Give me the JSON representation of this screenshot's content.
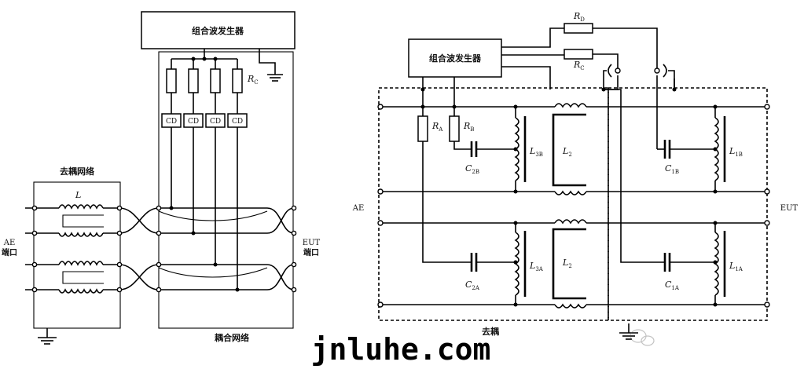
{
  "left": {
    "generator_label": "组合波发生器",
    "decoupling_label": "去耦网络",
    "coupling_label": "耦合网络",
    "inductor_label": "L",
    "resistor_label": "R",
    "resistor_sub": "C",
    "cd_labels": [
      "CD",
      "CD",
      "CD",
      "CD"
    ],
    "ae_label_1": "AE",
    "ae_label_2": "端口",
    "eut_label_1": "EUT",
    "eut_label_2": "端口"
  },
  "right": {
    "generator_label": "组合波发生器",
    "decoupling_label": "去耦",
    "ae_label": "AE",
    "eut_label": "EUT",
    "components": {
      "rd": "R",
      "rd_sub": "D",
      "rc": "R",
      "rc_sub": "C",
      "ra": "R",
      "ra_sub": "A",
      "rb": "R",
      "rb_sub": "B",
      "c2b": "C",
      "c2b_sub": "2B",
      "l3b": "L",
      "l3b_sub": "3B",
      "l2_top": "L",
      "l2_top_sub": "2",
      "c1b": "C",
      "c1b_sub": "1B",
      "l1b": "L",
      "l1b_sub": "1B",
      "c2a": "C",
      "c2a_sub": "2A",
      "l3a": "L",
      "l3a_sub": "3A",
      "l2_bot": "L",
      "l2_bot_sub": "2",
      "c1a": "C",
      "c1a_sub": "1A",
      "l1a": "L",
      "l1a_sub": "1A"
    }
  },
  "watermark": "jnluhe.com"
}
